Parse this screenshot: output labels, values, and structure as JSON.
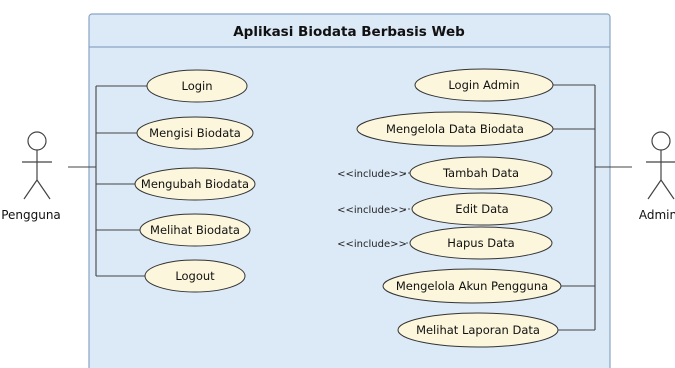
{
  "system": {
    "title": "Aplikasi Biodata Berbasis Web"
  },
  "actors": {
    "left": {
      "label": "Pengguna"
    },
    "right": {
      "label": "Admin"
    }
  },
  "pengguna_use_cases": [
    {
      "label": "Login"
    },
    {
      "label": "Mengisi Biodata"
    },
    {
      "label": "Mengubah Biodata"
    },
    {
      "label": "Melihat Biodata"
    },
    {
      "label": "Logout"
    }
  ],
  "admin_use_cases": [
    {
      "label": "Login Admin"
    },
    {
      "label": "Mengelola Data Biodata"
    },
    {
      "label": "Tambah Data"
    },
    {
      "label": "Edit Data"
    },
    {
      "label": "Hapus Data"
    },
    {
      "label": "Mengelola Akun Pengguna"
    },
    {
      "label": "Melihat Laporan Data"
    }
  ],
  "include_labels": [
    "<<include>>",
    "<<include>>",
    "<<include>>"
  ],
  "colors": {
    "system_fill": "#dce9f7",
    "system_border": "#8aa4c4",
    "use_case_fill": "#fbf6dc",
    "use_case_border": "#333333",
    "line": "#444444"
  }
}
